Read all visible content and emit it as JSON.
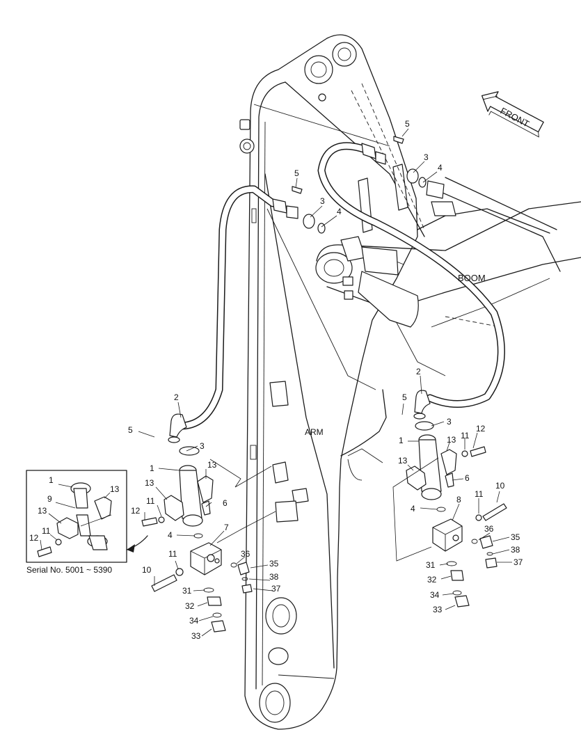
{
  "labels": {
    "front": "FRONT",
    "boom": "BOOM",
    "arm": "ARM",
    "serial": "Serial No. 5001 ~ 5390"
  },
  "callouts": {
    "top_right_5": "5",
    "top_right_3": "3",
    "top_right_4": "4",
    "top_mid_5": "5",
    "top_mid_3": "3",
    "top_mid_4": "4",
    "left_2": "2",
    "left_5": "5",
    "left_3": "3",
    "left_1": "1",
    "left_13a": "13",
    "left_13b": "13",
    "left_11": "11",
    "left_6": "6",
    "left_12": "12",
    "left_4": "4",
    "left_7": "7",
    "left_11b": "11",
    "left_36": "36",
    "left_35": "35",
    "left_10": "10",
    "left_38": "38",
    "left_31": "31",
    "left_37": "37",
    "left_32": "32",
    "left_34": "34",
    "left_33": "33",
    "inset_1": "1",
    "inset_9": "9",
    "inset_13a": "13",
    "inset_13b": "13",
    "inset_11": "11",
    "inset_12": "12",
    "right_2": "2",
    "right_5": "5",
    "right_3": "3",
    "right_12": "12",
    "right_1": "1",
    "right_13a": "13",
    "right_11": "11",
    "right_13b": "13",
    "right_6": "6",
    "right_10": "10",
    "right_8": "8",
    "right_11b": "11",
    "right_4": "4",
    "right_36": "36",
    "right_35": "35",
    "right_38": "38",
    "right_31": "31",
    "right_37": "37",
    "right_32": "32",
    "right_34": "34",
    "right_33": "33"
  }
}
